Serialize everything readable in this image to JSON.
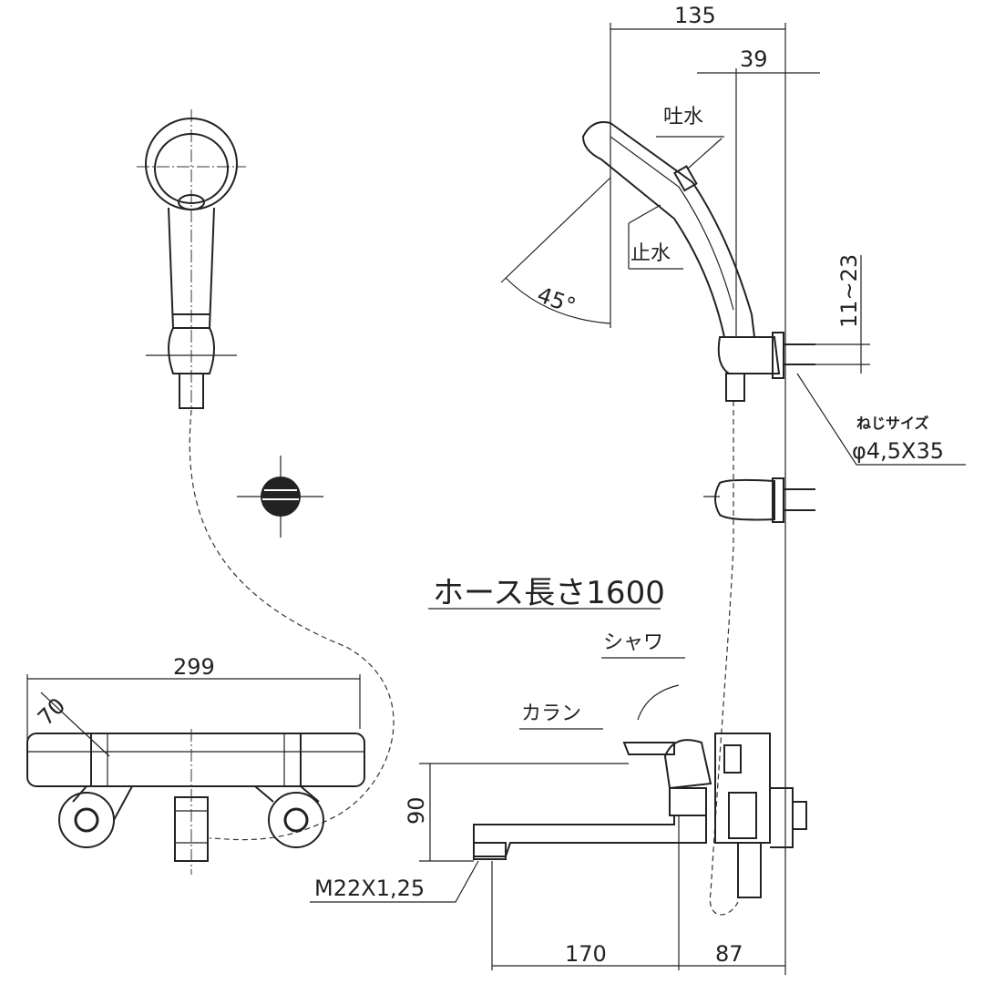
{
  "dimensions": {
    "total_depth": "135",
    "holder_depth": "39",
    "screw_pitch": "11~23",
    "body_width": "299",
    "body_depth": "70",
    "spout_height": "90",
    "spout_length": "170",
    "wall_offset": "87"
  },
  "labels": {
    "spray": "吐水",
    "stop": "止水",
    "angle": "45°",
    "screw_size_title": "ねじサイズ",
    "screw_size": "φ4,5X35",
    "hose_length": "ホース長さ1600",
    "shower": "シャワ",
    "faucet": "カラン",
    "thread": "M22X1,25"
  }
}
